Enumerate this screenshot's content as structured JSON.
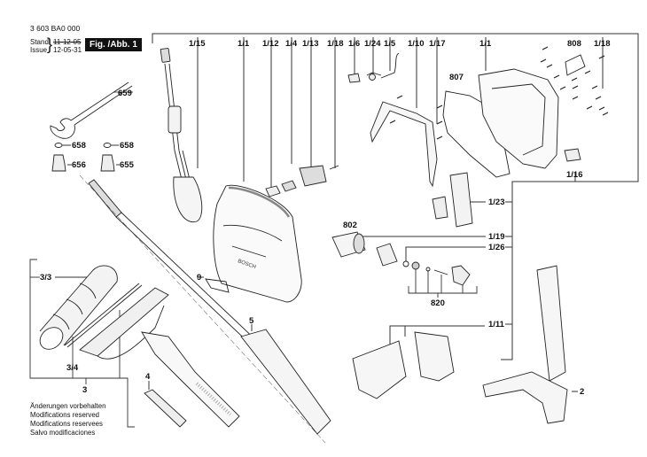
{
  "header": {
    "part_number": "3 603 BA0 000",
    "stand_label": "Stand",
    "issue_label": "Issue",
    "stand_date": "11-12-05",
    "issue_date": "12-05-31",
    "figure_badge": "Fig. /Abb. 1"
  },
  "callouts": {
    "top_row": [
      "1/15",
      "1/1",
      "1/12",
      "1/4",
      "1/13",
      "1/18",
      "1/6",
      "1/24",
      "1/5",
      "1/10",
      "1/17",
      "1/1",
      "808",
      "1/18"
    ],
    "c807": "807",
    "c659": "659",
    "c658a": "658",
    "c658b": "658",
    "c656": "656",
    "c655": "655",
    "c1_16": "1/16",
    "c1_23": "1/23",
    "c802": "802",
    "c1_19": "1/19",
    "c1_26": "1/26",
    "c820": "820",
    "c9": "9",
    "c3_3": "3/3",
    "c3_4": "3/4",
    "c3": "3",
    "c4": "4",
    "c5": "5",
    "c1_11": "1/11",
    "c2": "2"
  },
  "footer": {
    "lines": [
      "Änderungen vorbehalten",
      "Modifications reserved",
      "Modifications reservees",
      "Salvo modificaciones"
    ]
  }
}
